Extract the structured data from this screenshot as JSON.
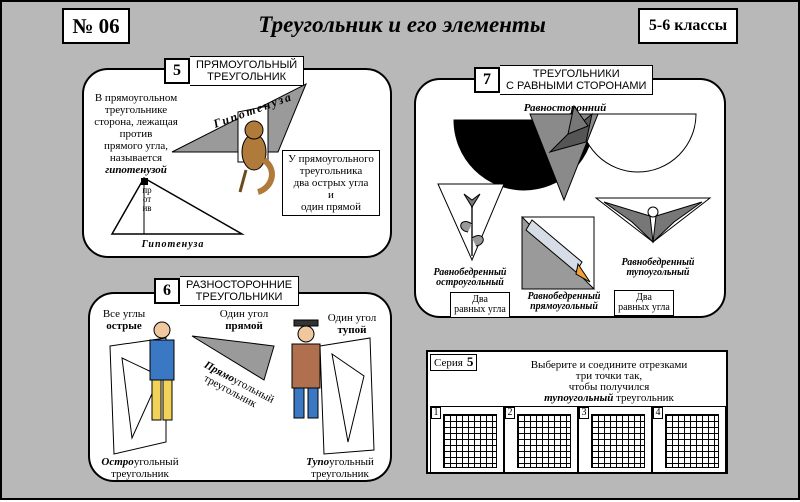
{
  "header": {
    "number": "№ 06",
    "title": "Треугольник и его элементы",
    "grade": "5-6 классы"
  },
  "panel5": {
    "num": "5",
    "title_l1": "ПРЯМОУГОЛЬНЫЙ",
    "title_l2": "ТРЕУГОЛЬНИК",
    "def_l1": "В прямоугольном",
    "def_l2": "треугольнике",
    "def_l3": "сторона, лежащая",
    "def_l4": "против",
    "def_l5": "прямого угла,",
    "def_l6": "называется",
    "def_term": "гипотенузой",
    "hyp_label_top": "Гипотенуза",
    "hyp_label_bottom": "Гипотенуза",
    "opposite_vertical": "против",
    "fact_l1": "У прямоугольного",
    "fact_l2": "треугольника",
    "fact_l3": "два острых угла",
    "fact_l4": "и",
    "fact_l5": "один прямой"
  },
  "panel7": {
    "num": "7",
    "title_l1": "ТРЕУГОЛЬНИКИ",
    "title_l2": "С РАВНЫМИ СТОРОНАМИ",
    "equilateral": "Равносторонний",
    "isos_acute_l1": "Равнобедренный",
    "isos_acute_l2": "остроугольный",
    "isos_right_l1": "Равнобедренный",
    "isos_right_l2": "прямоугольный",
    "isos_obtuse_l1": "Равнобедренный",
    "isos_obtuse_l2": "тупоугольный",
    "two_angles_a_l1": "Два",
    "two_angles_a_l2": "равных угла",
    "two_angles_b_l1": "Два",
    "two_angles_b_l2": "равных угла"
  },
  "panel6": {
    "num": "6",
    "title_l1": "РАЗНОСТОРОННИЕ",
    "title_l2": "ТРЕУГОЛЬНИКИ",
    "all_angles_l1": "Все углы",
    "all_angles_l2": "острые",
    "one_right_l1": "Один угол",
    "one_right_l2": "прямой",
    "one_obtuse_l1": "Один угол",
    "one_obtuse_l2": "тупой",
    "acute_prefix": "Остро",
    "acute_suffix": "угольный",
    "acute_l2": "треугольник",
    "right_prefix": "Прямо",
    "right_suffix": "угольный",
    "right_l2": "треугольник",
    "obtuse_prefix": "Тупо",
    "obtuse_suffix": "угольный",
    "obtuse_l2": "треугольник"
  },
  "series": {
    "label": "Серия",
    "number": "5",
    "task_l1": "Выберите и соедините отрезками",
    "task_l2": "три точки так,",
    "task_l3": "чтобы получился",
    "task_term": "тупоугольный",
    "task_l4_suffix": " треугольник",
    "cells": [
      "1",
      "2",
      "3",
      "4"
    ]
  },
  "colors": {
    "background": "#b8b8b8",
    "triangle_gray": "#9a9a9a",
    "dark_gray": "#6a6a6a"
  }
}
